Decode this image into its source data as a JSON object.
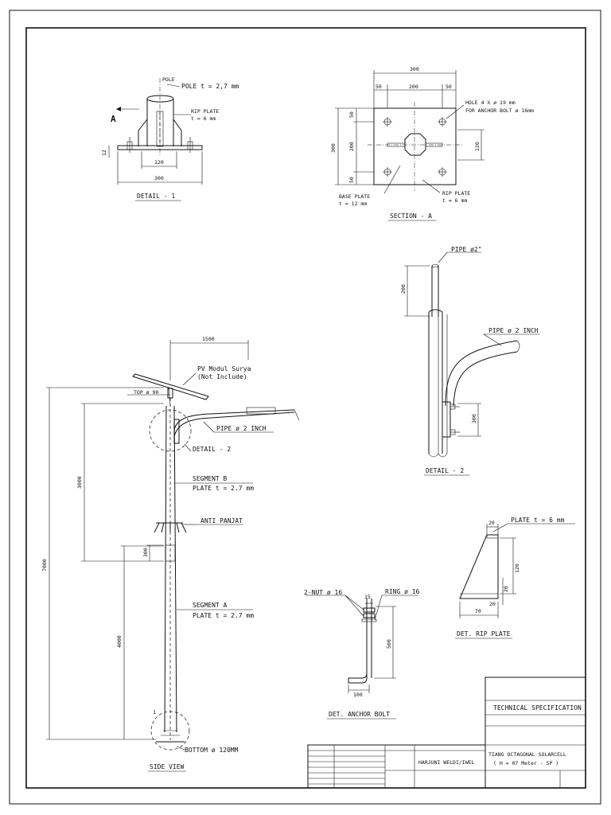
{
  "detail1": {
    "pole_label": "POLE",
    "pole_thickness": "POLE t = 2,7 mm",
    "rip_plate": "RIP PLATE",
    "rip_thickness": "t = 6 mm",
    "section_marker": "A",
    "dim_12": "12",
    "dim_120": "120",
    "dim_300": "300",
    "title": "DETAIL - 1"
  },
  "section_a": {
    "dim_300_top": "300",
    "dim_50_left": "50",
    "dim_200": "200",
    "dim_50_right": "50",
    "hole": "HOLE 4 X ø 19 mm",
    "anchor": "FOR ANCHOR BOLT ø 16mm",
    "dim_v_300": "300",
    "dim_v_50a": "50",
    "dim_v_200": "200",
    "dim_v_50b": "50",
    "dim_120": "120",
    "base_plate": "BASE PLATE",
    "base_thickness": "t = 12 mm",
    "rip_plate": "RIP PLATE",
    "rip_thickness": "t = 6 mm",
    "title": "SECTION - A"
  },
  "detail2": {
    "pipe_top": "PIPE ø2\"",
    "dim_200": "200",
    "pipe_arm": "PIPE ø 2 INCH",
    "dim_300": "300",
    "title": "DETAIL - 2"
  },
  "side_view": {
    "dim_1500": "1500",
    "pv_module": "PV Modul Surya",
    "not_include": "(Not Include)",
    "top_dia": "TOP ø 90",
    "pipe_arm": "PIPE ø 2 INCH",
    "detail2_ref": "DETAIL - 2",
    "segment_b": "SEGMENT B",
    "segment_b_plate": "PLATE t = 2.7 mm",
    "anti_panjat": "ANTI PANJAT",
    "segment_a": "SEGMENT A",
    "segment_a_plate": "PLATE t = 2.7 mm",
    "dim_3000": "3000",
    "dim_7000": "7000",
    "dim_300": "300",
    "dim_4000": "4000",
    "detail1_ref": "1",
    "bottom_dia": "BOTTOM ø 120MM",
    "title": "SIDE VIEW"
  },
  "rip_plate_detail": {
    "plate": "PLATE t = 6 mm",
    "dim_20_top": "20",
    "dim_120": "120",
    "dim_20_side": "20",
    "dim_20_bottom": "20",
    "dim_70": "70",
    "title": "DET. RIP PLATE"
  },
  "anchor_bolt": {
    "nut": "2-NUT ø 16",
    "dim_15": "15",
    "ring": "RING ø 16",
    "dim_500": "500",
    "dim_100": "100",
    "title": "DET. ANCHOR BOLT"
  },
  "title_block": {
    "spec_heading": "TECHNICAL SPECIFICATION",
    "company": "HARJUNI WELDI/IWEL",
    "product_line1": "TIANG OCTAGONAL SOLARCELL",
    "product_line2": "( H = 07 Meter - SP )"
  }
}
